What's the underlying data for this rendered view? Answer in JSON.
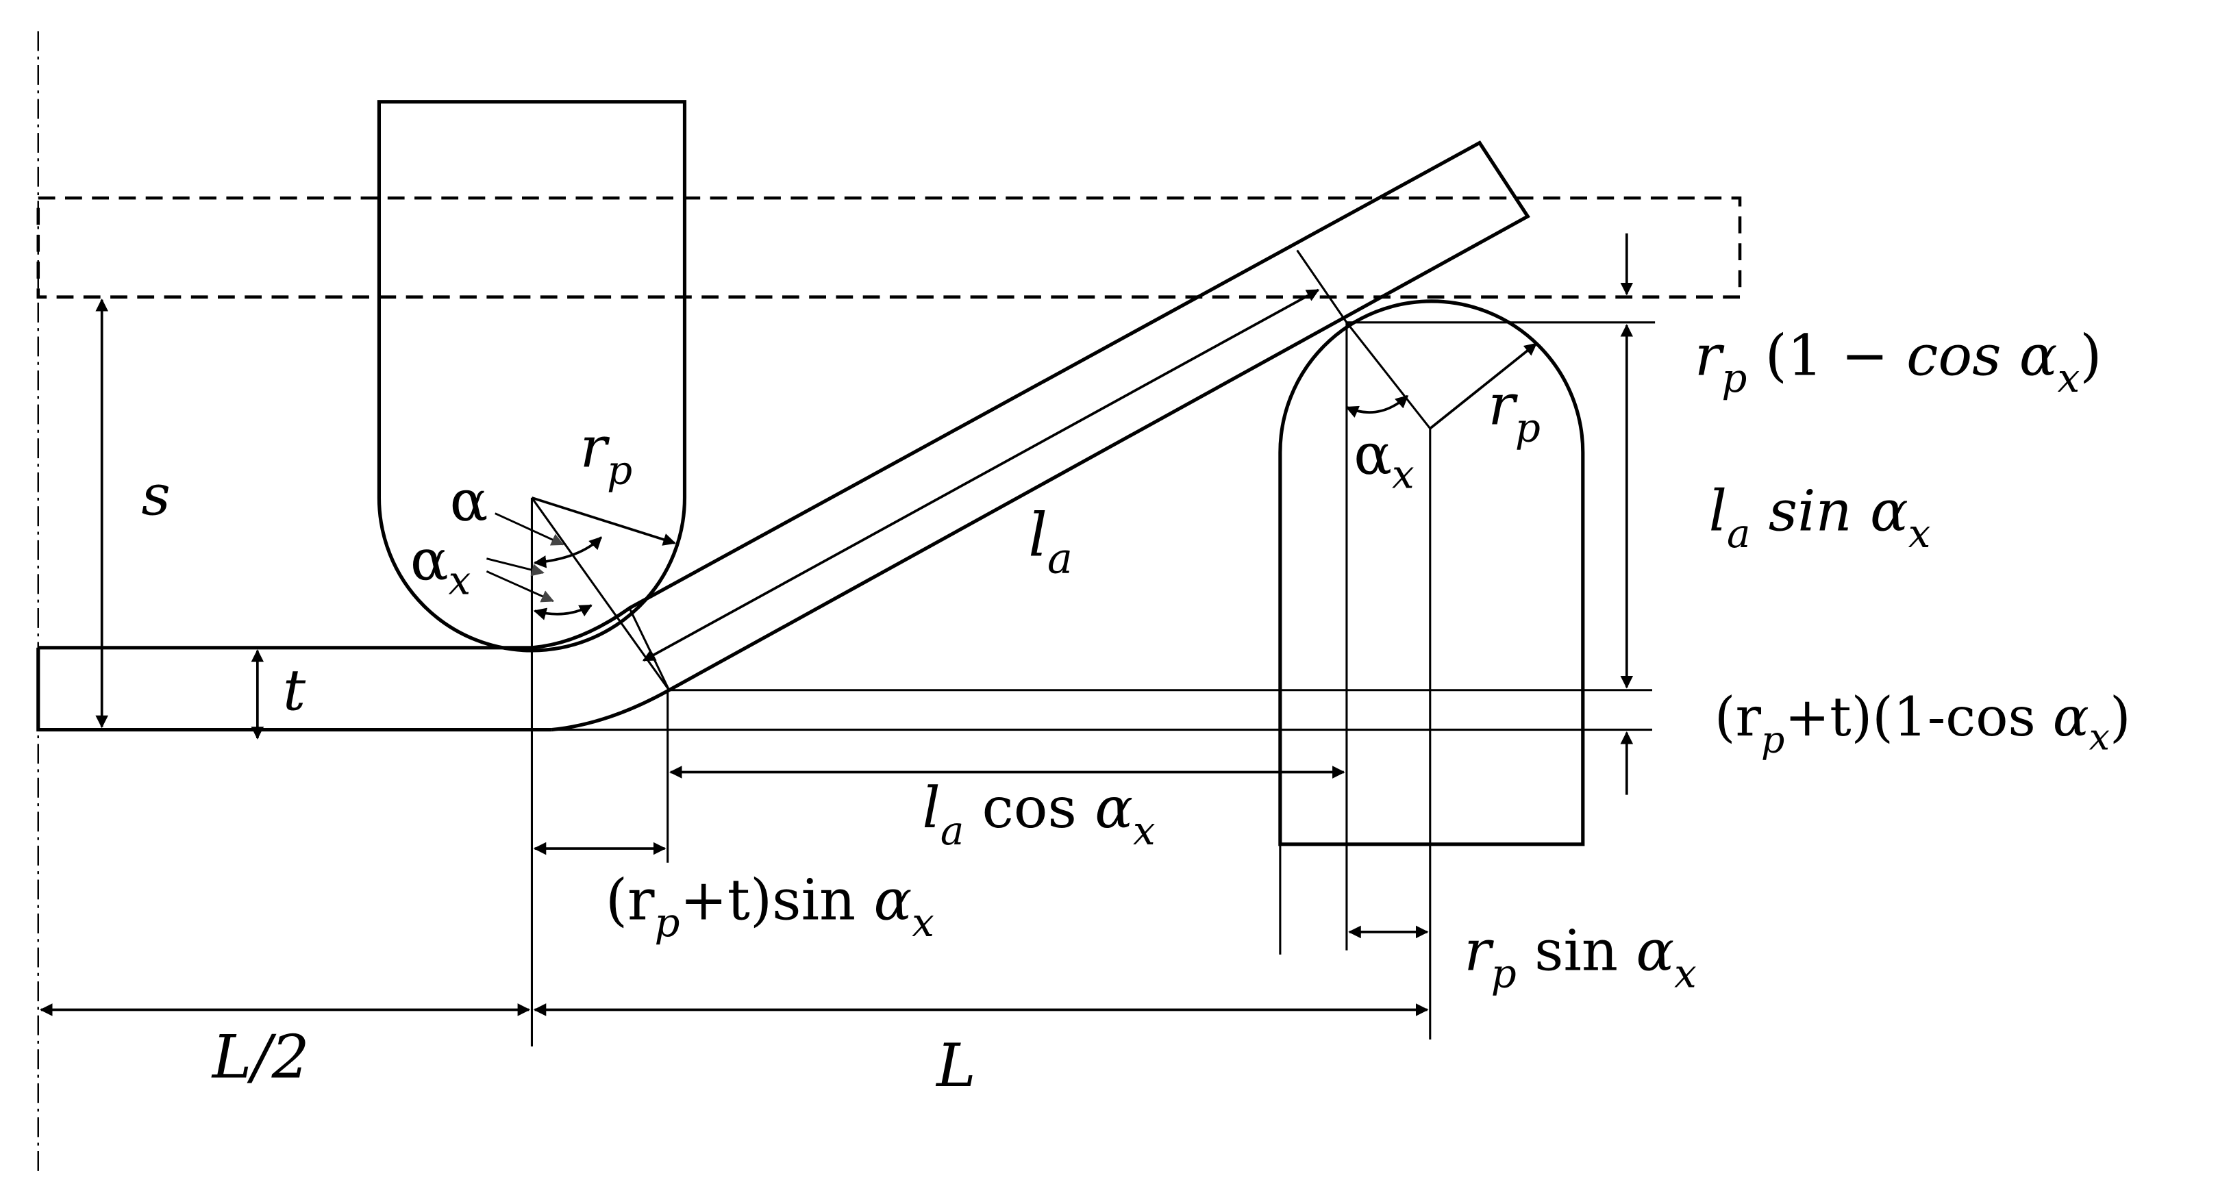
{
  "labels": {
    "s": "s",
    "t": "t",
    "r_p_die": "r",
    "r_p_die_sub": "p",
    "r_p_punch": "r",
    "r_p_punch_sub": "p",
    "alpha": "α",
    "alpha_x_left": "α",
    "alpha_x_left_sub": "x",
    "alpha_x_right": "α",
    "alpha_x_right_sub": "x",
    "l_a": "l",
    "l_a_sub": "a",
    "rp_1_cos_parts": [
      "r",
      "p",
      " (1 − ",
      "cos α",
      "x",
      ")"
    ],
    "la_sin_parts": [
      "l",
      "a",
      " sin α",
      "x"
    ],
    "rpt_1_cos_parts": [
      "(r",
      "p",
      "+t)(1-cos ",
      "α",
      "x",
      ")"
    ],
    "la_cos_parts": [
      "l",
      "a",
      " cos ",
      "α",
      "x"
    ],
    "rpt_sin_parts": [
      "(r",
      "p",
      "+t)sin ",
      "α",
      "x"
    ],
    "rp_sin_parts": [
      "r",
      "p",
      " sin ",
      "α",
      "x"
    ],
    "L_half": "L/2",
    "L": "L"
  }
}
